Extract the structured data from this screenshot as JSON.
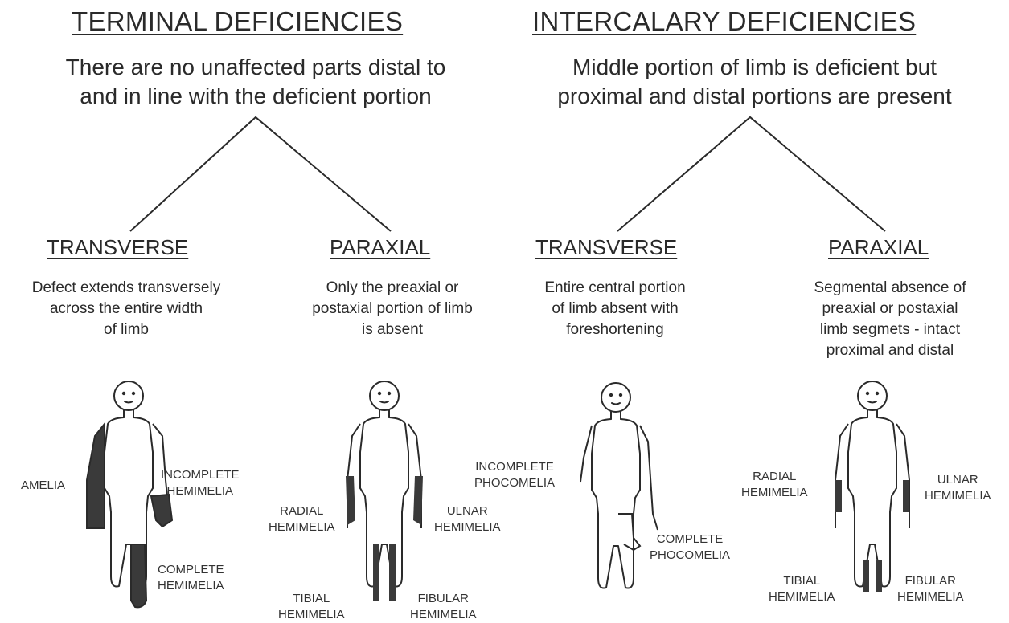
{
  "terminal": {
    "title": "TERMINAL DEFICIENCIES",
    "description": [
      "There are no unaffected parts distal to",
      "and in line with the deficient portion"
    ],
    "transverse": {
      "heading": "TRANSVERSE",
      "description": [
        "Defect extends transversely",
        "across the entire width",
        "of limb"
      ],
      "labels": {
        "amelia": [
          "AMELIA"
        ],
        "incomplete_hemimelia": [
          "INCOMPLETE",
          "HEMIMELIA"
        ],
        "complete_hemimelia": [
          "COMPLETE",
          "HEMIMELIA"
        ]
      }
    },
    "paraxial": {
      "heading": "PARAXIAL",
      "description": [
        "Only the preaxial or",
        "postaxial portion of limb",
        "is absent"
      ],
      "labels": {
        "radial_hemimelia": [
          "RADIAL",
          "HEMIMELIA"
        ],
        "ulnar_hemimelia": [
          "ULNAR",
          "HEMIMELIA"
        ],
        "tibial_hemimelia": [
          "TIBIAL",
          "HEMIMELIA"
        ],
        "fibular_hemimelia": [
          "FIBULAR",
          "HEMIMELIA"
        ]
      }
    }
  },
  "intercalary": {
    "title": "INTERCALARY DEFICIENCIES",
    "description": [
      "Middle portion of limb is deficient but",
      "proximal and distal portions are present"
    ],
    "transverse": {
      "heading": "TRANSVERSE",
      "description": [
        "Entire central portion",
        "of limb absent with",
        "foreshortening"
      ],
      "labels": {
        "incomplete_phocomelia": [
          "INCOMPLETE",
          "PHOCOMELIA"
        ],
        "complete_phocomelia": [
          "COMPLETE",
          "PHOCOMELIA"
        ]
      }
    },
    "paraxial": {
      "heading": "PARAXIAL",
      "description": [
        "Segmental absence of",
        "preaxial or postaxial",
        "limb segmets - intact",
        "proximal and distal"
      ],
      "labels": {
        "radial_hemimelia": [
          "RADIAL",
          "HEMIMELIA"
        ],
        "ulnar_hemimelia": [
          "ULNAR",
          "HEMIMELIA"
        ],
        "tibial_hemimelia": [
          "TIBIAL",
          "HEMIMELIA"
        ],
        "fibular_hemimelia": [
          "FIBULAR",
          "HEMIMELIA"
        ]
      }
    }
  },
  "colors": {
    "ink": "#2a2a2a",
    "shade": "#3a3a3a",
    "background": "#ffffff"
  }
}
